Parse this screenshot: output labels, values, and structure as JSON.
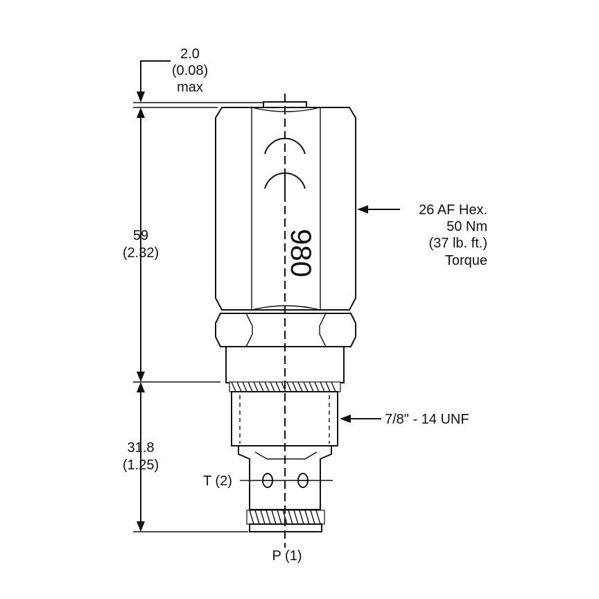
{
  "dimensions": {
    "top_clearance": {
      "metric": "2.0",
      "imperial": "(0.08)",
      "qualifier": "max"
    },
    "body_height": {
      "metric": "59",
      "imperial": "(2.32)"
    },
    "thread_height": {
      "metric": "31.8",
      "imperial": "(1.25)"
    }
  },
  "callouts": {
    "hex": {
      "line1": "26 AF Hex.",
      "line2": "50 Nm",
      "line3": "(37 lb. ft.)",
      "line4": "Torque"
    },
    "thread": {
      "text": "7/8\" - 14 UNF"
    }
  },
  "ports": {
    "tank": "T (2)",
    "pressure": "P (1)"
  },
  "hex_marking": "980"
}
